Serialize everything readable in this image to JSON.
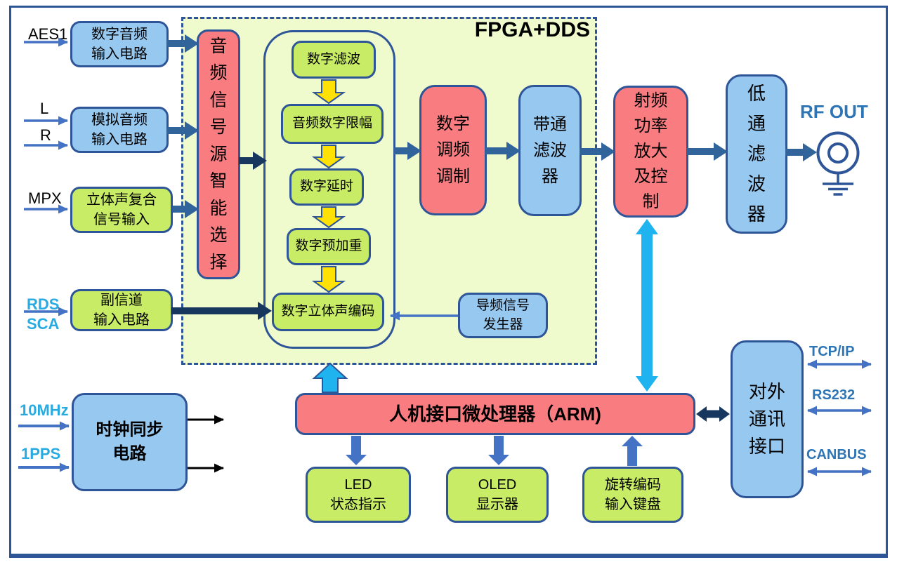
{
  "fpga_label": "FPGA+DDS",
  "blocks": {
    "digital_audio_in": "数字音频\n输入电路",
    "analog_audio_in": "模拟音频\n输入电路",
    "mpx_in": "立体声复合\n信号输入",
    "sub_channel_in": "副信道\n输入电路",
    "source_selector": "音\n频\n信\n号\n源\n智\n能\n选\n择",
    "digital_filter": "数字滤波",
    "audio_limiter": "音频数字限幅",
    "digital_delay": "数字延时",
    "pre_emphasis": "数字预加重",
    "stereo_encoder": "数字立体声编码",
    "pilot_generator": "导频信号\n发生器",
    "fm_modulator": "数字\n调频\n调制",
    "bandpass_filter": "带通\n滤波\n器",
    "rf_amplifier": "射频\n功率\n放大\n及控\n制",
    "lowpass_filter": "低\n通\n滤\n波\n器",
    "arm_processor": "人机接口微处理器（ARM)",
    "led_status": "LED\n状态指示",
    "oled_display": "OLED\n显示器",
    "rotary_encoder": "旋转编码\n输入键盘",
    "comm_interface": "对外\n通讯\n接口",
    "clock_sync": "时钟同步\n电路"
  },
  "ports": {
    "aes1": "AES1",
    "l": "L",
    "r": "R",
    "mpx": "MPX",
    "rds": "RDS",
    "sca": "SCA",
    "mhz10": "10MHz",
    "pps1": "1PPS",
    "rf_out": "RF OUT",
    "tcpip": "TCP/IP",
    "rs232": "RS232",
    "canbus": "CANBUS"
  },
  "colors": {
    "box_blue": "#97C8F0",
    "box_green": "#C8EC66",
    "box_red": "#F97D80",
    "panel_green": "#EFFACD",
    "border_navy": "#2E5597",
    "line_navy": "#17375E",
    "line_steel": "#31649B",
    "line_blue": "#4472C4",
    "arrow_cyan": "#1FB4F0",
    "arrow_yellow": "#FFE105",
    "label_cyan": "#29ABE2",
    "label_blue": "#2E75B6"
  }
}
